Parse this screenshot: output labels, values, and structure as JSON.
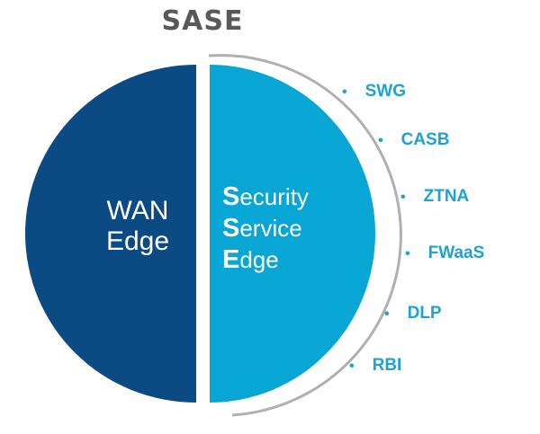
{
  "title": "SASE",
  "left_half": {
    "line1": "WAN",
    "line2": "Edge"
  },
  "right_half": {
    "lines": [
      {
        "initial": "S",
        "rest": "ecurity"
      },
      {
        "initial": "S",
        "rest": "ervice"
      },
      {
        "initial": "E",
        "rest": "dge"
      }
    ]
  },
  "services": [
    "SWG",
    "CASB",
    "ZTNA",
    "FWaaS",
    "DLP",
    "RBI"
  ],
  "colors": {
    "wan": "#0c4a84",
    "sse": "#08a6d4",
    "accent_text": "#1aa3d4",
    "title": "#595959",
    "arc": "#b0b0b0"
  }
}
